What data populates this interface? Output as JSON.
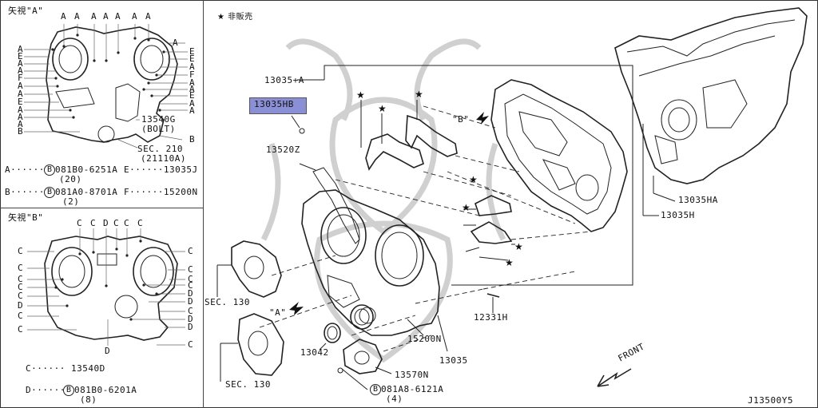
{
  "view_a": {
    "title": "矢視\"A\"",
    "top_labels": [
      "A",
      "A",
      "A",
      "A",
      "A",
      "A",
      "A"
    ],
    "left_labels": [
      "A",
      "E",
      "A",
      "A",
      "F",
      "A",
      "A",
      "E",
      "A",
      "A",
      "A",
      "B"
    ],
    "right_labels": [
      "A",
      "E",
      "E",
      "A",
      "F",
      "A",
      "A",
      "E",
      "A",
      "A"
    ],
    "callout_13540g": "13540G",
    "callout_bolt": "(BOLT)",
    "label_b_right": "B",
    "sec210": "SEC. 210",
    "sec210_sub": "(21110A)",
    "legend_a_prefix": "A······",
    "legend_a_part": "081B0-6251A",
    "legend_a_qty": "(20)",
    "legend_e": "E······13035J",
    "legend_b_prefix": "B······",
    "legend_b_part": "081A0-8701A",
    "legend_b_qty": "(2)",
    "legend_f": "F······15200N",
    "circle_b": "B"
  },
  "view_b": {
    "title": "矢視\"B\"",
    "top_labels": [
      "C",
      "C",
      "D",
      "C",
      "C",
      "C"
    ],
    "left_labels": [
      "C",
      "C",
      "C",
      "C",
      "C",
      "D",
      "C",
      "C"
    ],
    "right_labels": [
      "C",
      "C",
      "C",
      "C",
      "D",
      "D",
      "C",
      "D",
      "D",
      "C"
    ],
    "bottom_label": "D",
    "legend_c": "C······ 13540D",
    "legend_d_prefix": "D······",
    "legend_d_part": "081B0-6201A",
    "legend_d_qty": "(8)",
    "circle_b": "B"
  },
  "main": {
    "not_for_sale": "★ 非販売",
    "p13035_a": "13035+A",
    "p13035hb": "13035HB",
    "p13520z": "13520Z",
    "p13035ha": "13035HA",
    "p13035h": "13035H",
    "view_b_arrow": "\"B\"",
    "view_a_arrow": "\"A\"",
    "sec130_upper": "SEC. 130",
    "sec130_lower": "SEC. 130",
    "p13042": "13042",
    "p15200n": "15200N",
    "p13035": "13035",
    "p12331h": "12331H",
    "p13570n": "13570N",
    "bolt_part": "081A8-6121A",
    "bolt_qty": "(4)",
    "circle_b": "B",
    "front": "FRONT",
    "diagram_id": "J13500Y5"
  }
}
